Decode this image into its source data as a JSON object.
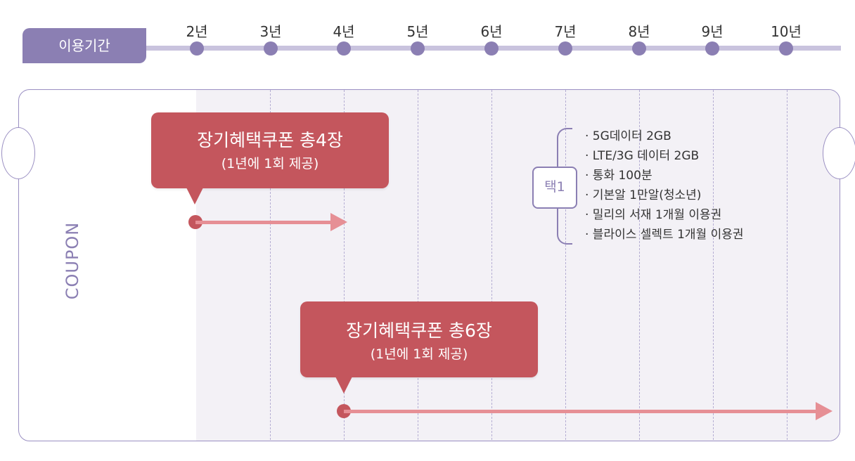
{
  "timeline": {
    "label": "이용기간",
    "years": [
      "2년",
      "3년",
      "4년",
      "5년",
      "6년",
      "7년",
      "8년",
      "9년",
      "10년"
    ]
  },
  "coupon_label": "COUPON",
  "callout_a": {
    "title": "장기혜택쿠폰 총4장",
    "subtitle": "(1년에 1회 제공)"
  },
  "callout_b": {
    "title": "장기혜택쿠폰 총6장",
    "subtitle": "(1년에 1회 제공)"
  },
  "choice": {
    "badge": "택1",
    "options": [
      "· 5G데이터 2GB",
      "· LTE/3G 데이터 2GB",
      "· 통화 100분",
      "· 기본알 1만알(청소년)",
      "· 밀리의 서재 1개월 이용권",
      "· 블라이스 셀렉트 1개월 이용권"
    ]
  },
  "colors": {
    "accent_purple": "#8b7fb3",
    "callout_red": "#c4565d",
    "arrow_pink": "#e68f95"
  }
}
